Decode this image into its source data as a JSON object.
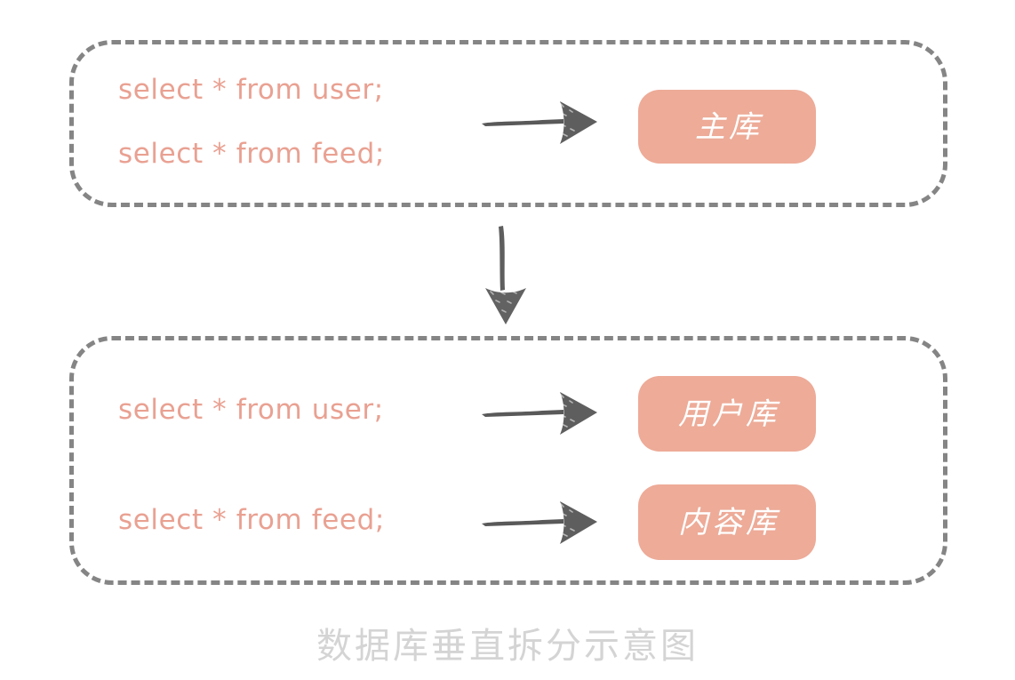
{
  "diagram": {
    "caption": "数据库垂直拆分示意图",
    "colors": {
      "sql_text": "#E9A192",
      "db_box_fill": "#EDAB98",
      "db_box_label": "#FFFFFF",
      "dashed_border": "#858585",
      "arrow": "#595959",
      "caption_text": "#D4D4D4",
      "background": "#FFFFFF"
    },
    "groups": [
      {
        "id": "before",
        "name": "single-database-group",
        "queries": [
          {
            "text": "select * from user;"
          },
          {
            "text": "select * from feed;"
          }
        ],
        "arrows": [
          {
            "name": "arrow-to-main-db",
            "direction": "right"
          }
        ],
        "databases": [
          {
            "label": "主库",
            "name": "db-main"
          }
        ]
      },
      {
        "id": "after",
        "name": "split-database-group",
        "rows": [
          {
            "query": "select * from user;",
            "arrow": {
              "name": "arrow-to-user-db",
              "direction": "right"
            },
            "database": {
              "label": "用户库",
              "name": "db-user"
            }
          },
          {
            "query": "select * from feed;",
            "arrow": {
              "name": "arrow-to-content-db",
              "direction": "right"
            },
            "database": {
              "label": "内容库",
              "name": "db-content"
            }
          }
        ]
      }
    ],
    "transition_arrow": {
      "name": "vertical-split-arrow",
      "direction": "down"
    }
  }
}
